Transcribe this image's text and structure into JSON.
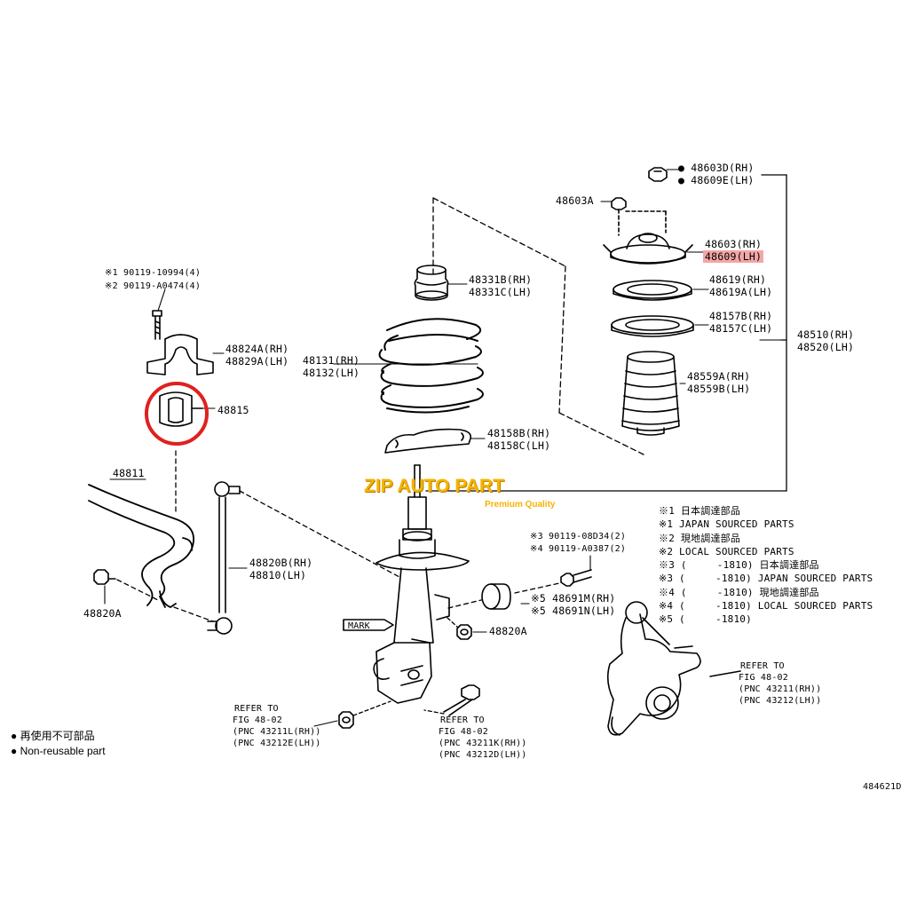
{
  "watermark": {
    "brand": "ZIP AUTO PART",
    "tagline": "Premium Quality"
  },
  "parts": {
    "p48603D": "● 48603D(RH)",
    "p48609E": "● 48609E(LH)",
    "p48603A": "48603A",
    "p48603": "48603(RH)",
    "p48609": "48609(LH)",
    "p48619": "48619(RH)",
    "p48619A": "48619A(LH)",
    "p48157B": "48157B(RH)",
    "p48157C": "48157C(LH)",
    "p48510": "48510(RH)",
    "p48520": "48520(LH)",
    "p48559A": "48559A(RH)",
    "p48559B": "48559B(LH)",
    "p48331B": "48331B(RH)",
    "p48331C": "48331C(LH)",
    "p48131": "48131(RH)",
    "p48132": "48132(LH)",
    "p48158B": "48158B(RH)",
    "p48158C": "48158C(LH)",
    "p48824A": "48824A(RH)",
    "p48829A": "48829A(LH)",
    "p48815": "48815",
    "p48811": "48811",
    "p48820B": "48820B(RH)",
    "p48810": "48810(LH)",
    "p48820A_left": "48820A",
    "p48820A_right": "48820A",
    "bolt1": "※1 90119-10994(4)",
    "bolt2": "※2 90119-A0474(4)",
    "bolt3": "※3 90119-08D34(2)",
    "bolt4": "※4 90119-A0387(2)",
    "p48691M": "※5 48691M(RH)",
    "p48691N": "※5 48691N(LH)",
    "mark": "MARK"
  },
  "notes": [
    "※1 日本調達部品",
    "※1 JAPAN SOURCED PARTS",
    "※2 現地調達部品",
    "※2 LOCAL SOURCED PARTS",
    "※3 (     -1810) 日本調達部品",
    "※3 (     -1810) JAPAN SOURCED PARTS",
    "※4 (     -1810) 現地調達部品",
    "※4 (     -1810) LOCAL SOURCED PARTS",
    "※5 (     -1810)"
  ],
  "refs": {
    "ref1": {
      "l1": "REFER TO",
      "l2": "FIG 48-02",
      "l3": "(PNC 43211L(RH))",
      "l4": "(PNC 43212E(LH))"
    },
    "ref2": {
      "l1": "REFER TO",
      "l2": "FIG 48-02",
      "l3": "(PNC 43211K(RH))",
      "l4": "(PNC 43212D(LH))"
    },
    "ref3": {
      "l1": "REFER TO",
      "l2": "FIG 48-02",
      "l3": "(PNC 43211(RH))",
      "l4": "(PNC 43212(LH))"
    }
  },
  "legend": {
    "jp": "● 再使用不可部品",
    "en": "● Non-reusable part"
  },
  "figure_id": "484621D",
  "colors": {
    "highlight": "#f4a6a6",
    "circle": "#e02020",
    "watermark": "#f5b400"
  }
}
